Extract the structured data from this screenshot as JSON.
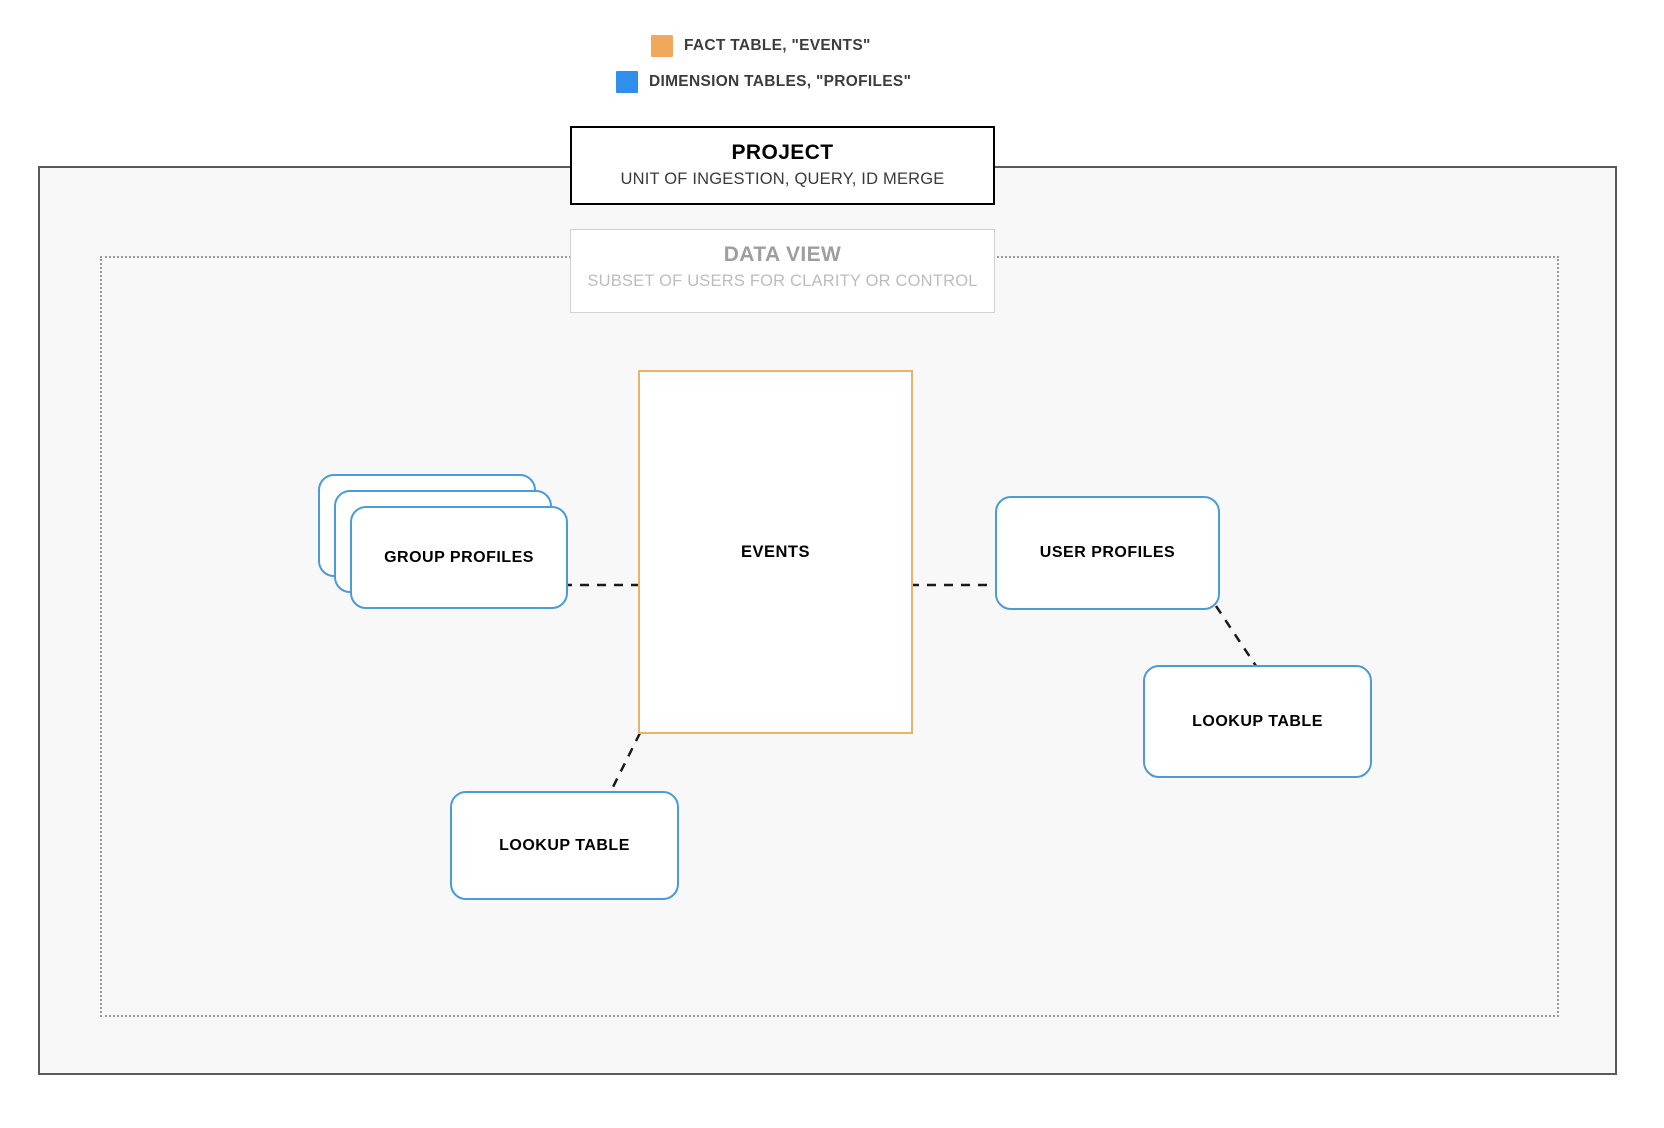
{
  "legend": {
    "items": [
      {
        "label": "FACT TABLE, \"EVENTS\"",
        "color": "#f0a95c",
        "icon": "orange-square-swatch"
      },
      {
        "label": "DIMENSION TABLES, \"PROFILES\"",
        "color": "#2f8fea",
        "icon": "blue-square-swatch"
      }
    ]
  },
  "project": {
    "title": "PROJECT",
    "subtitle": "UNIT OF INGESTION, QUERY, ID MERGE"
  },
  "data_view": {
    "title": "DATA VIEW",
    "subtitle": "SUBSET OF USERS FOR CLARITY OR CONTROL"
  },
  "nodes": {
    "events": {
      "label": "EVENTS",
      "color": "#e9b36a"
    },
    "group_profiles": {
      "label": "GROUP PROFILES",
      "color": "#4a9bd8",
      "stack_count": 3
    },
    "user_profiles": {
      "label": "USER PROFILES",
      "color": "#4a9bd8"
    },
    "lookup_table_left": {
      "label": "LOOKUP TABLE",
      "color": "#4a9bd8"
    },
    "lookup_table_right": {
      "label": "LOOKUP TABLE",
      "color": "#4a9bd8"
    }
  },
  "connectors": [
    {
      "name": "group-profiles-to-events",
      "style": "dashed"
    },
    {
      "name": "events-to-user-profiles",
      "style": "dashed"
    },
    {
      "name": "events-to-lookup-table-left",
      "style": "dashed"
    },
    {
      "name": "user-profiles-to-lookup-table-right",
      "style": "dashed"
    }
  ]
}
